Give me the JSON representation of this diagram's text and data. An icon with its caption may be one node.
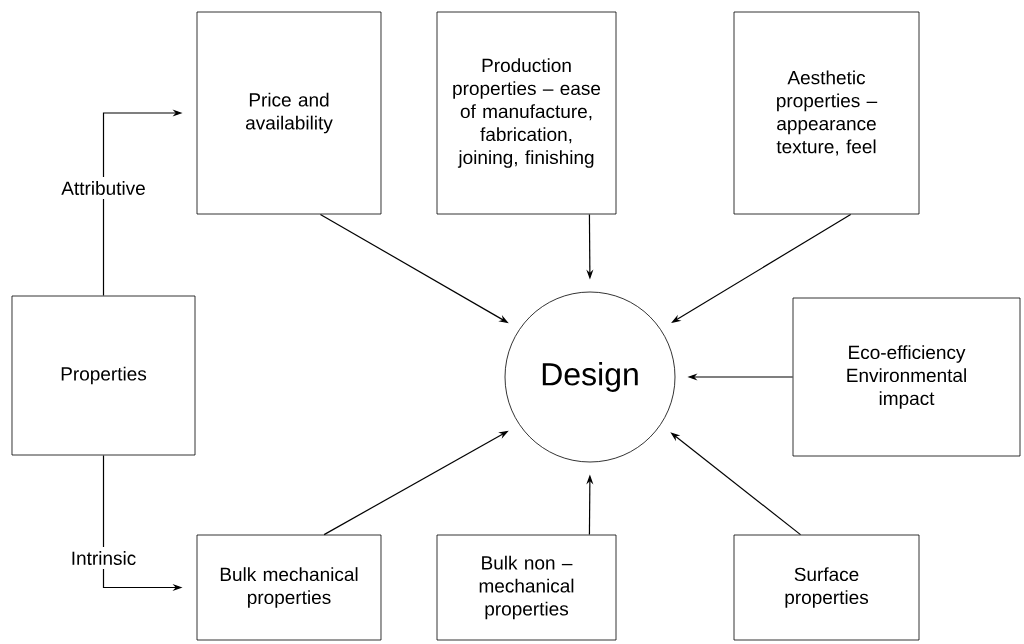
{
  "diagram": {
    "nodes": [
      {
        "text": [
          "Properties"
        ]
      },
      {
        "text": [
          "Price and availability"
        ]
      },
      {
        "text": [
          "Production properties – ease of manufacture, fabrication, joining, finishing"
        ]
      },
      {
        "text": [
          "Aesthetic properties – appearance texture, feel"
        ]
      },
      {
        "text": [
          "Design"
        ]
      },
      {
        "text": [
          "Eco-efficiency Environmental impact"
        ]
      },
      {
        "text": [
          "Bulk mechanical properties"
        ]
      },
      {
        "text": [
          "Bulk non – mechanical properties"
        ]
      },
      {
        "text": [
          "Surface properties"
        ]
      }
    ],
    "edges": [
      {
        "from": 0,
        "to": 1,
        "arrow": "to",
        "label": "Attributive"
      },
      {
        "from": 0,
        "to": 6,
        "arrow": "to",
        "label": "Intrinsic"
      },
      {
        "from": 1,
        "to": 4,
        "arrow": "to"
      },
      {
        "from": 2,
        "to": 4,
        "arrow": "to"
      },
      {
        "from": 3,
        "to": 4,
        "arrow": "to"
      },
      {
        "from": 5,
        "to": 4,
        "arrow": "to"
      },
      {
        "from": 6,
        "to": 4,
        "arrow": "to"
      },
      {
        "from": 7,
        "to": 4,
        "arrow": "to"
      },
      {
        "from": 8,
        "to": 4,
        "arrow": "to"
      }
    ]
  }
}
